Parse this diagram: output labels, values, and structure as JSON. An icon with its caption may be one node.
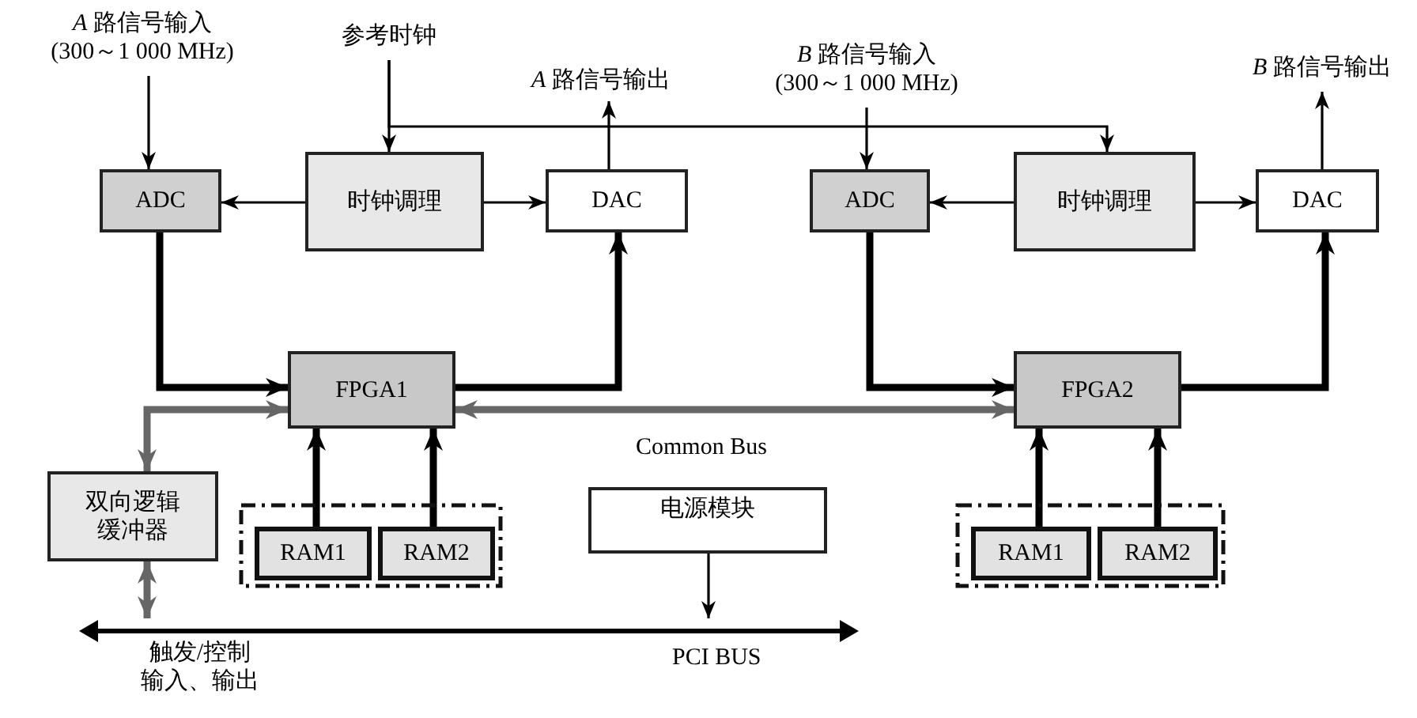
{
  "diagram": {
    "nodes": [
      {
        "text": [
          "ADC"
        ]
      },
      {
        "text": [
          "时钟调理"
        ]
      },
      {
        "text": [
          "DAC"
        ]
      },
      {
        "text": [
          "FPGA1"
        ]
      },
      {
        "text": [],
        "shape": "box"
      },
      {
        "text": [
          "RAM1"
        ],
        "in": 4
      },
      {
        "text": [
          "RAM2"
        ],
        "in": 4
      },
      {
        "text": [
          "双向逻辑缓冲器"
        ]
      },
      {
        "text": [
          "ADC"
        ]
      },
      {
        "text": [
          "时钟调理"
        ]
      },
      {
        "text": [
          "DAC"
        ]
      },
      {
        "text": [
          "FPGA2"
        ]
      },
      {
        "text": [],
        "shape": "box"
      },
      {
        "text": [
          "RAM1"
        ],
        "in": 12
      },
      {
        "text": [
          "RAM2"
        ],
        "in": 12
      },
      {
        "text": [
          "电源模块"
        ]
      },
      {
        "text": [],
        "shape": "bar",
        "beside": [
          "PCI BUS"
        ]
      },
      {
        "text": [
          "*A* 路信号输入 (300～1 000 MHz)"
        ]
      },
      {
        "text": [
          "参考时钟"
        ]
      },
      {
        "text": [
          "*A* 路信号输出"
        ]
      },
      {
        "text": [
          "*B* 路信号输入 (300～1 000 MHz)"
        ]
      },
      {
        "text": [
          "*B* 路信号输出"
        ]
      }
    ],
    "edges": [
      {
        "from": 17,
        "to": 0,
        "arrow": "to"
      },
      {
        "from": 18,
        "to": 1,
        "arrow": "to"
      },
      {
        "from": 18,
        "to": 9,
        "arrow": "to"
      },
      {
        "from": 1,
        "to": 0,
        "arrow": "to"
      },
      {
        "from": 1,
        "to": 2,
        "arrow": "to"
      },
      {
        "from": 2,
        "to": 19,
        "arrow": "to"
      },
      {
        "from": 0,
        "to": 3,
        "arrow": "to",
        "style": "thick"
      },
      {
        "from": 3,
        "to": 2,
        "arrow": "to",
        "style": "thick"
      },
      {
        "from": 3,
        "to": 11,
        "arrow": "both",
        "style": "thick",
        "color": "#666666",
        "label": "Common Bus"
      },
      {
        "from": 7,
        "to": 3,
        "arrow": "both",
        "style": "thick",
        "color": "#666666"
      },
      {
        "from": 5,
        "to": 3,
        "arrow": "to",
        "style": "thick"
      },
      {
        "from": 6,
        "to": 3,
        "arrow": "to",
        "style": "thick"
      },
      {
        "from": 20,
        "to": 8,
        "arrow": "to"
      },
      {
        "from": 9,
        "to": 8,
        "arrow": "to"
      },
      {
        "from": 9,
        "to": 10,
        "arrow": "to"
      },
      {
        "from": 10,
        "to": 21,
        "arrow": "to"
      },
      {
        "from": 8,
        "to": 11,
        "arrow": "to",
        "style": "thick"
      },
      {
        "from": 11,
        "to": 10,
        "arrow": "to",
        "style": "thick"
      },
      {
        "from": 13,
        "to": 11,
        "arrow": "to",
        "style": "thick"
      },
      {
        "from": 14,
        "to": 11,
        "arrow": "to",
        "style": "thick"
      },
      {
        "from": 7,
        "to": 16,
        "arrow": "both",
        "style": "thick",
        "color": "#666666"
      },
      {
        "from": 15,
        "to": 16,
        "arrow": "to"
      }
    ],
    "labels": [
      "触发/控制输入、输出"
    ]
  }
}
